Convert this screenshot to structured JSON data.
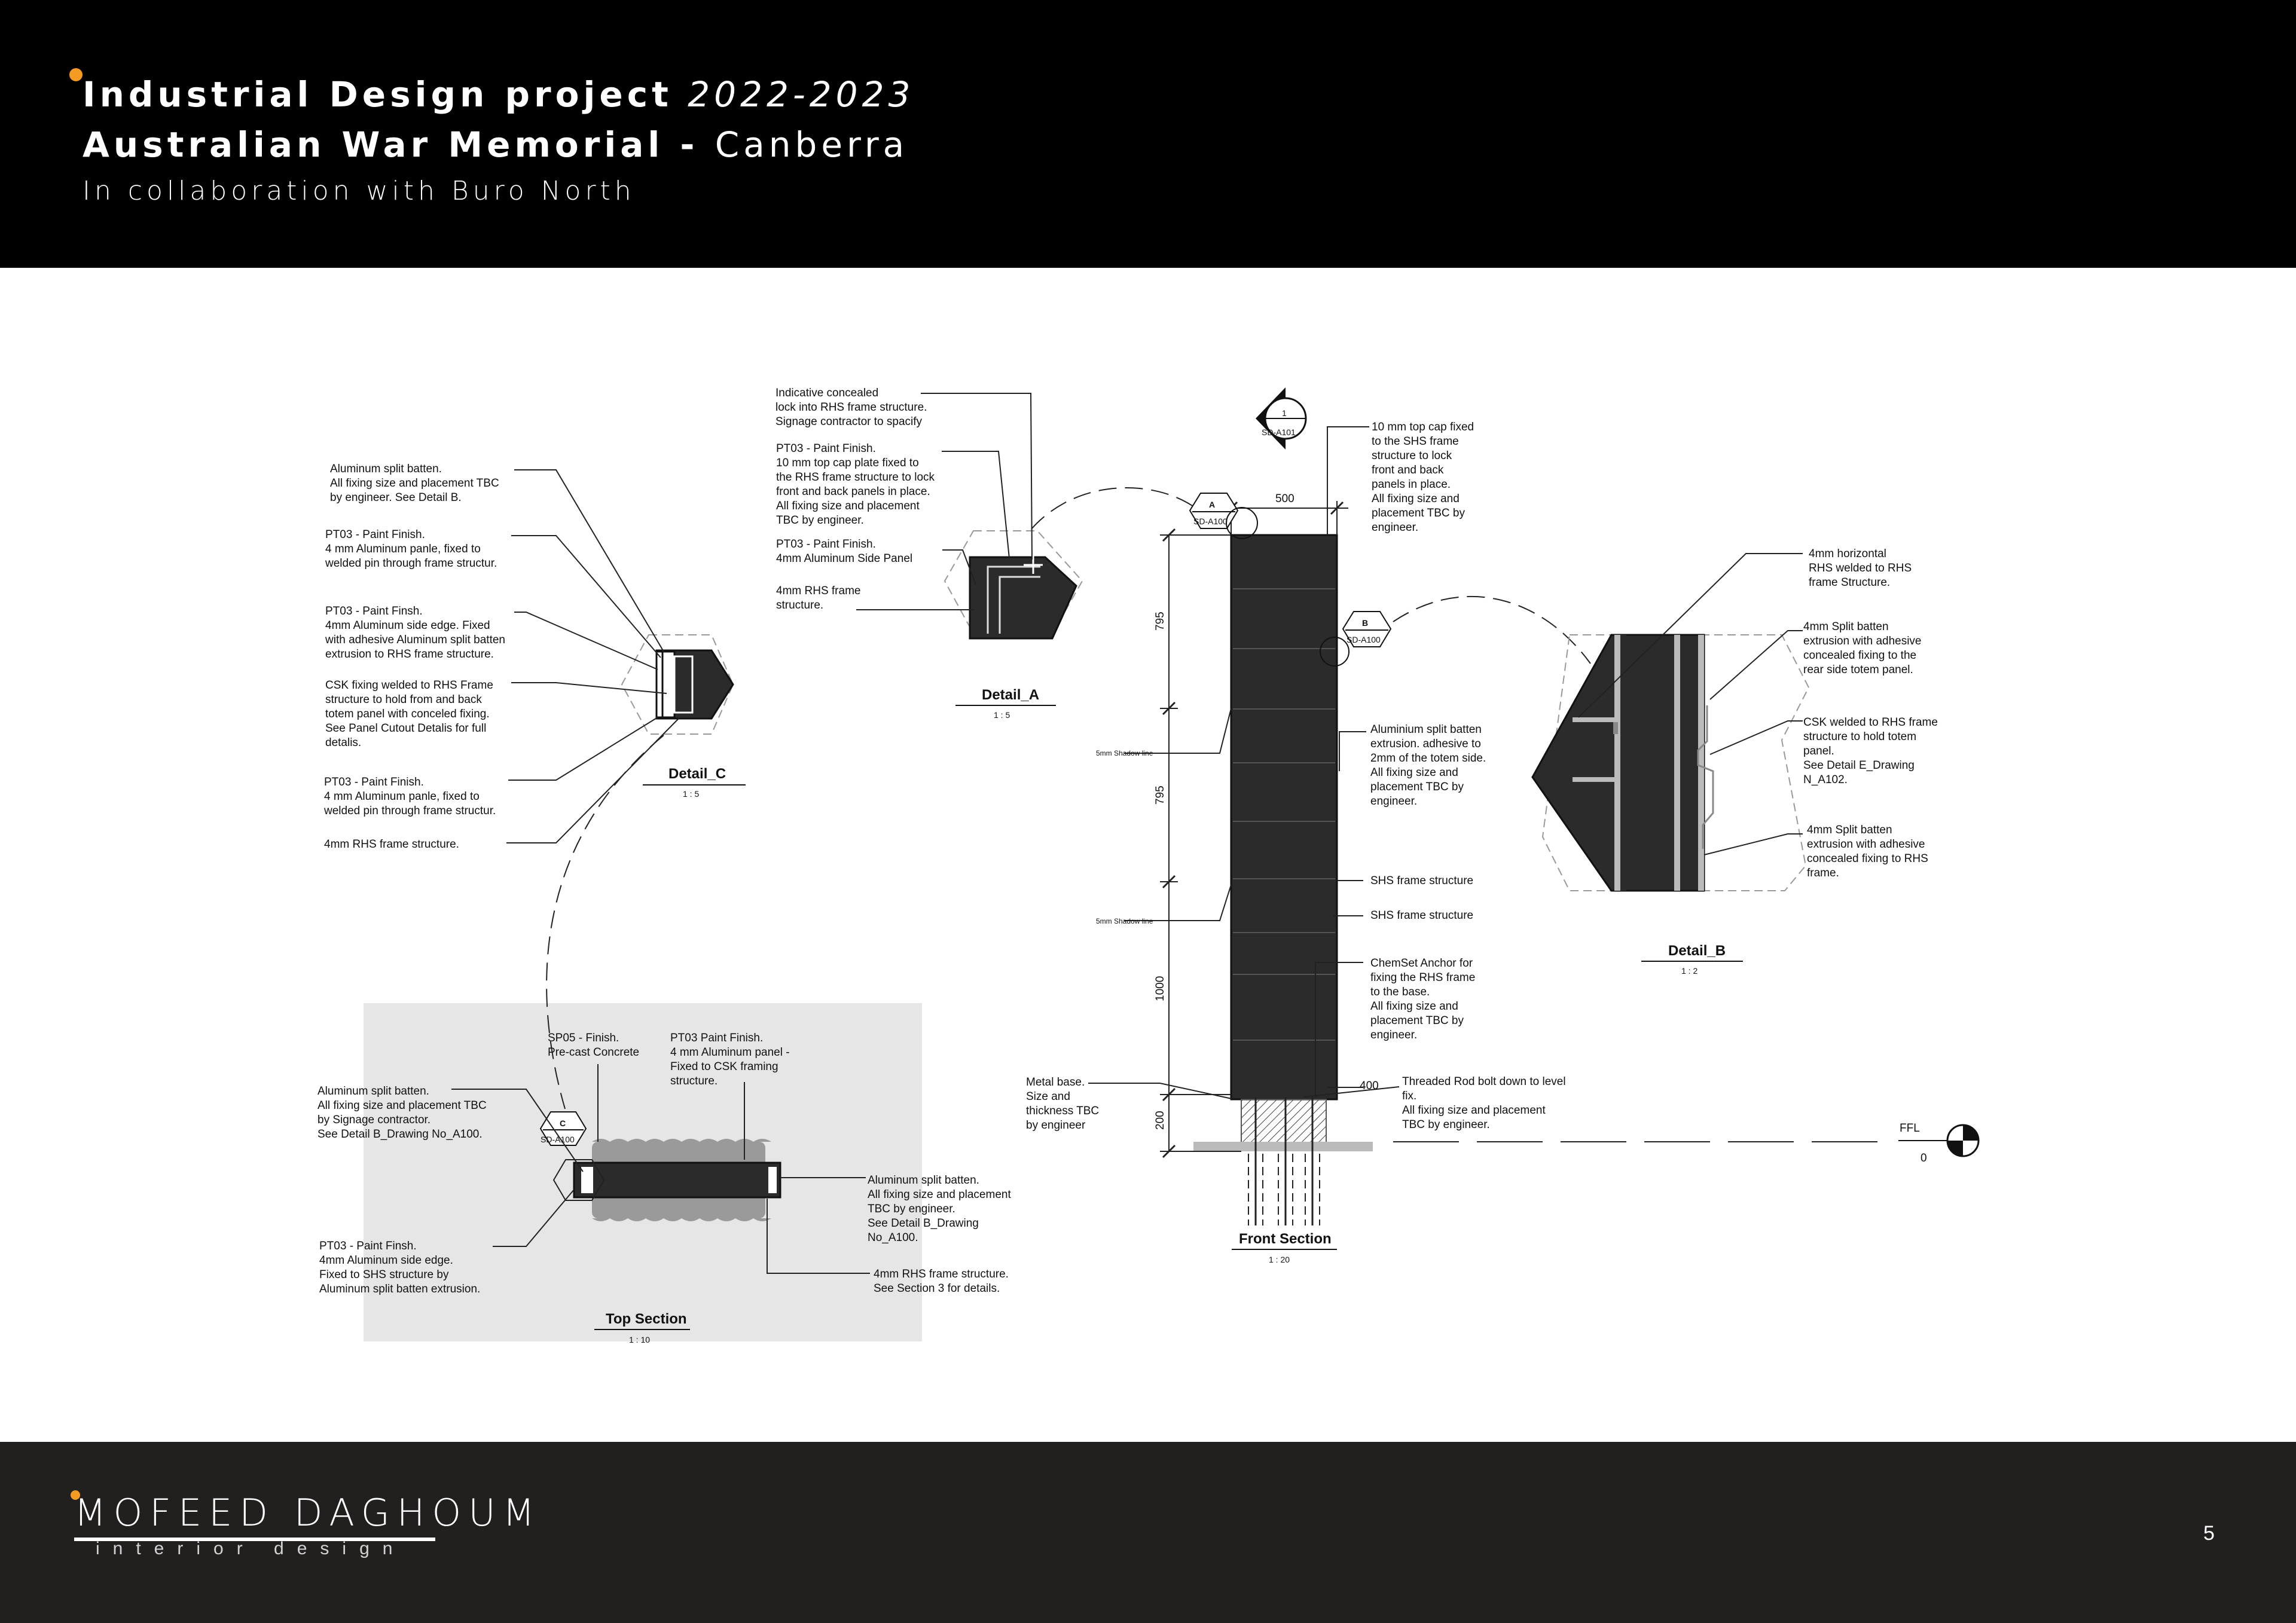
{
  "header": {
    "project_label": "Industrial Design project",
    "project_years": "2022-2023",
    "client_name": "Australian War Memorial - ",
    "client_city": "Canberra",
    "collaboration": "In collaboration with Buro North"
  },
  "footer": {
    "logo_name": "MOFEED DAGHOUM",
    "logo_sub": "interior design",
    "page_number": "5"
  },
  "views": {
    "detail_c": {
      "title": "Detail_C",
      "scale": "1 : 5"
    },
    "detail_a": {
      "title": "Detail_A",
      "scale": "1 : 5"
    },
    "detail_b": {
      "title": "Detail_B",
      "scale": "1 : 2"
    },
    "front_section": {
      "title": "Front Section",
      "scale": "1 : 20"
    },
    "top_section": {
      "title": "Top Section",
      "scale": "1 : 10"
    }
  },
  "tags": {
    "a": {
      "letter": "A",
      "sheet": "SD-A100"
    },
    "b": {
      "letter": "B",
      "sheet": "SD-A100"
    },
    "c": {
      "letter": "C",
      "sheet": "SD-A100"
    },
    "section_1": {
      "number": "1",
      "sheet": "SD-A101"
    }
  },
  "level": {
    "name": "FFL",
    "value": "0"
  },
  "dimensions": {
    "width_500": "500",
    "h_795_top": "795",
    "h_795_mid": "795",
    "h_1000": "1000",
    "h_200": "200",
    "base_400": "400",
    "shadow_line_1": "5mm Shadow line",
    "shadow_line_2": "5mm Shadow line"
  },
  "notes": {
    "c_split_batten": [
      "Aluminum split batten.",
      "All fixing size and placement TBC",
      "by engineer. See Detail B."
    ],
    "c_pt03_panel": [
      "PT03 - Paint Finish.",
      "4 mm Aluminum panle, fixed to",
      "welded pin through frame structur."
    ],
    "c_side_edge": [
      "PT03 - Paint Finsh.",
      "4mm Aluminum side edge. Fixed",
      "with adhesive Aluminum split batten",
      "extrusion to RHS frame structure."
    ],
    "c_csk": [
      "CSK fixing welded to RHS Frame",
      "structure to hold from and back",
      "totem panel with conceled fixing.",
      "See Panel Cutout Detalis for full",
      "detalis."
    ],
    "c_pt03_panel_2": [
      "PT03 - Paint Finish.",
      "4 mm Aluminum panle, fixed to",
      "welded pin through frame structur."
    ],
    "c_rhs": [
      "4mm RHS frame structure."
    ],
    "a_lock": [
      "Indicative concealed",
      "lock into RHS frame structure.",
      "Signage contractor to spacify"
    ],
    "a_top_cap": [
      "PT03 - Paint Finish.",
      "10 mm top cap plate fixed to",
      "the RHS frame structure to lock",
      "front and back panels in place.",
      "All fixing size and placement",
      "TBC by engineer."
    ],
    "a_side_panel": [
      "PT03 - Paint Finish.",
      "4mm Aluminum Side Panel"
    ],
    "a_rhs": [
      "4mm RHS frame",
      "structure."
    ],
    "f_top_cap": [
      "10 mm top cap fixed",
      "to the SHS frame",
      "structure to lock",
      "front and back",
      "panels in place.",
      "All fixing size and",
      "placement TBC by",
      "engineer."
    ],
    "f_split_batten": [
      "Aluminium split batten",
      "extrusion. adhesive to",
      "2mm of the totem side.",
      "All fixing size and",
      "placement TBC by",
      "engineer."
    ],
    "f_shs_1": [
      "SHS frame structure"
    ],
    "f_shs_2": [
      "SHS frame structure"
    ],
    "f_chemset": [
      "ChemSet Anchor for",
      "fixing the RHS frame",
      "to the base.",
      "All fixing size and",
      "placement TBC by",
      "engineer."
    ],
    "f_threaded_rod": [
      "Threaded Rod bolt down to level",
      "fix.",
      "All fixing size and placement",
      "TBC by engineer."
    ],
    "f_metal_base": [
      "Metal base.",
      "Size and",
      "thickness TBC",
      "by engineer"
    ],
    "b_horizontal": [
      "4mm horizontal",
      "RHS welded to RHS",
      "frame Structure."
    ],
    "b_split_front": [
      "4mm Split batten",
      "extrusion with adhesive",
      "concealed fixing to the",
      "rear side totem panel."
    ],
    "b_csk": [
      "CSK welded to RHS frame",
      "structure to hold totem",
      "panel.",
      "See Detail E_Drawing",
      "N_A102."
    ],
    "b_split_rear": [
      "4mm Split batten",
      "extrusion with adhesive",
      "concealed fixing to RHS",
      "frame."
    ],
    "t_sp05": [
      "SP05 - Finish.",
      "Pre-cast Concrete"
    ],
    "t_pt03": [
      "PT03 Paint Finish.",
      "4 mm Aluminum panel -",
      "Fixed to CSK framing",
      "structure."
    ],
    "t_split_batten_left": [
      "Aluminum split batten.",
      "All fixing size and placement TBC",
      "by Signage contractor.",
      "See Detail B_Drawing No_A100."
    ],
    "t_side_edge": [
      "PT03 - Paint Finsh.",
      "4mm Aluminum side edge.",
      "Fixed to SHS structure by",
      "Aluminum split batten extrusion."
    ],
    "t_split_batten_right": [
      "Aluminum split batten.",
      "All fixing size and placement",
      "TBC by engineer.",
      "See Detail B_Drawing",
      "No_A100."
    ],
    "t_rhs": [
      "4mm RHS frame structure.",
      "See Section 3 for details."
    ]
  },
  "colors": {
    "header_bg": "#000000",
    "footer_bg": "#221f1f",
    "accent_dot": "#f59a23",
    "panel_fill": "#2b2b2b",
    "top_section_bg": "#e6e6e6"
  }
}
